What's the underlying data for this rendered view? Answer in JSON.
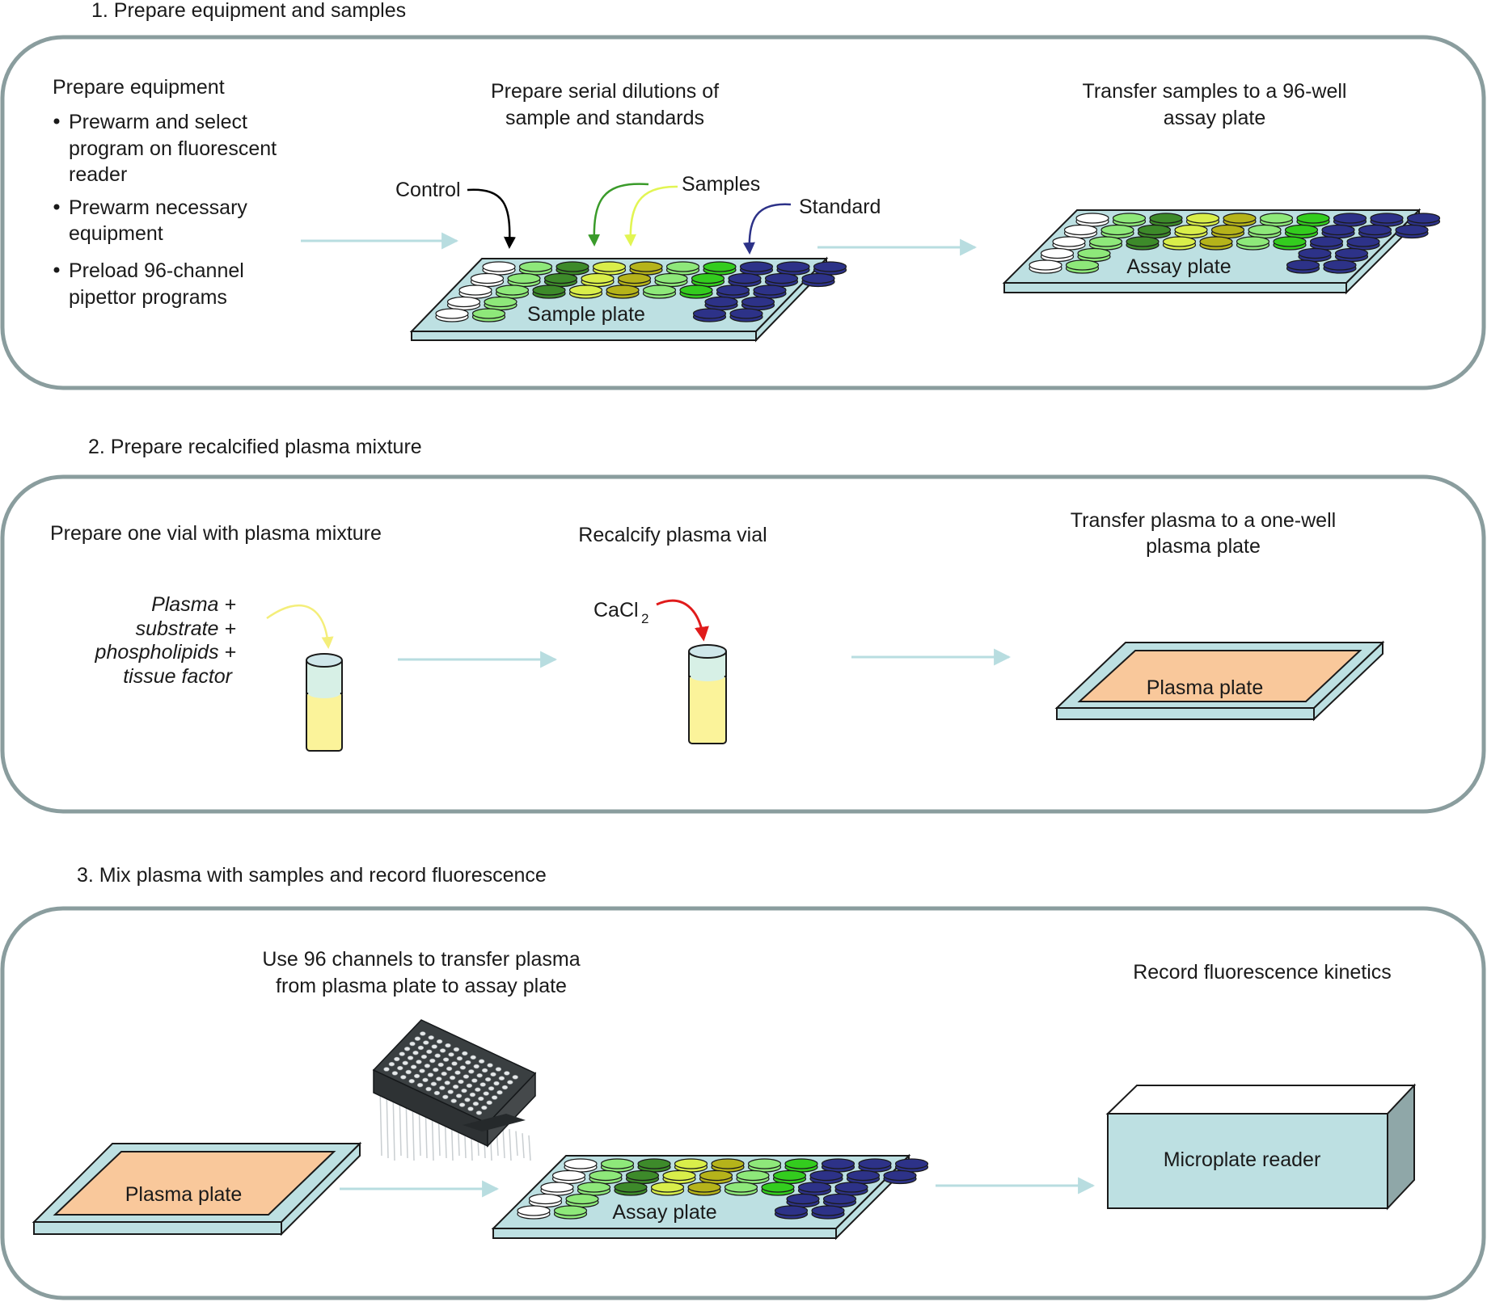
{
  "colors": {
    "panel_border": "#8a9d9e",
    "plate_fill": "#bde0e2",
    "flow_arrow": "#b8dde0",
    "plasma_fill": "#f9c89b",
    "well_white": "#ffffff",
    "well_green_light": "#8ee87a",
    "well_green_dark": "#3d8a2a",
    "well_green_bright": "#33cc1e",
    "well_yellow_green": "#d9ee4a",
    "well_olive": "#b5b31a",
    "well_navy": "#2d3288",
    "control_arrow": "#000000",
    "samples_arrow_dark": "#3a9b2a",
    "samples_arrow_light": "#e2f553",
    "standard_arrow": "#2d3288",
    "plasma_arrow": "#f4ee7a",
    "cacl2_arrow": "#e01b1b",
    "vial_liquid": "#fbf39a",
    "vial_headspace": "#d7f0e6",
    "vial_cap": "#cfe7ea",
    "reader_front": "#bde0e2",
    "reader_side": "#8fa7a8"
  },
  "section1": {
    "title": "1. Prepare equipment and samples",
    "equipment": {
      "heading": "Prepare equipment",
      "bullet1_line1": "Prewarm and select",
      "bullet1_line2": "program on fluorescent",
      "bullet1_line3": "reader",
      "bullet2_line1": "Prewarm necessary",
      "bullet2_line2": "equipment",
      "bullet3_line1": "Preload 96-channel",
      "bullet3_line2": "pipettor programs"
    },
    "dilution_line1": "Prepare serial dilutions of",
    "dilution_line2": "sample and standards",
    "control_label": "Control",
    "samples_label": "Samples",
    "standard_label": "Standard",
    "sample_plate_label": "Sample plate",
    "transfer_line1": "Transfer samples to a 96-well",
    "transfer_line2": "assay plate",
    "assay_plate_label": "Assay plate"
  },
  "section2": {
    "title": "2. Prepare recalcified plasma mixture",
    "vial_heading": "Prepare one vial with plasma mixture",
    "mixture_line1": "Plasma +",
    "mixture_line2": "substrate +",
    "mixture_line3": "phospholipids +",
    "mixture_line4": "tissue factor",
    "recalcify_heading": "Recalcify plasma vial",
    "cacl2_main": "CaCl",
    "cacl2_subscript": "2",
    "transfer_line1": "Transfer plasma to a one-well",
    "transfer_line2": "plasma plate",
    "plasma_plate_label": "Plasma plate"
  },
  "section3": {
    "title": "3. Mix plasma with samples and record fluorescence",
    "channels_line1": "Use 96 channels to transfer plasma",
    "channels_line2": "from plasma plate to assay plate",
    "plasma_plate_label": "Plasma plate",
    "assay_plate_label": "Assay plate",
    "record_heading": "Record fluorescence kinetics",
    "reader_label": "Microplate reader"
  }
}
